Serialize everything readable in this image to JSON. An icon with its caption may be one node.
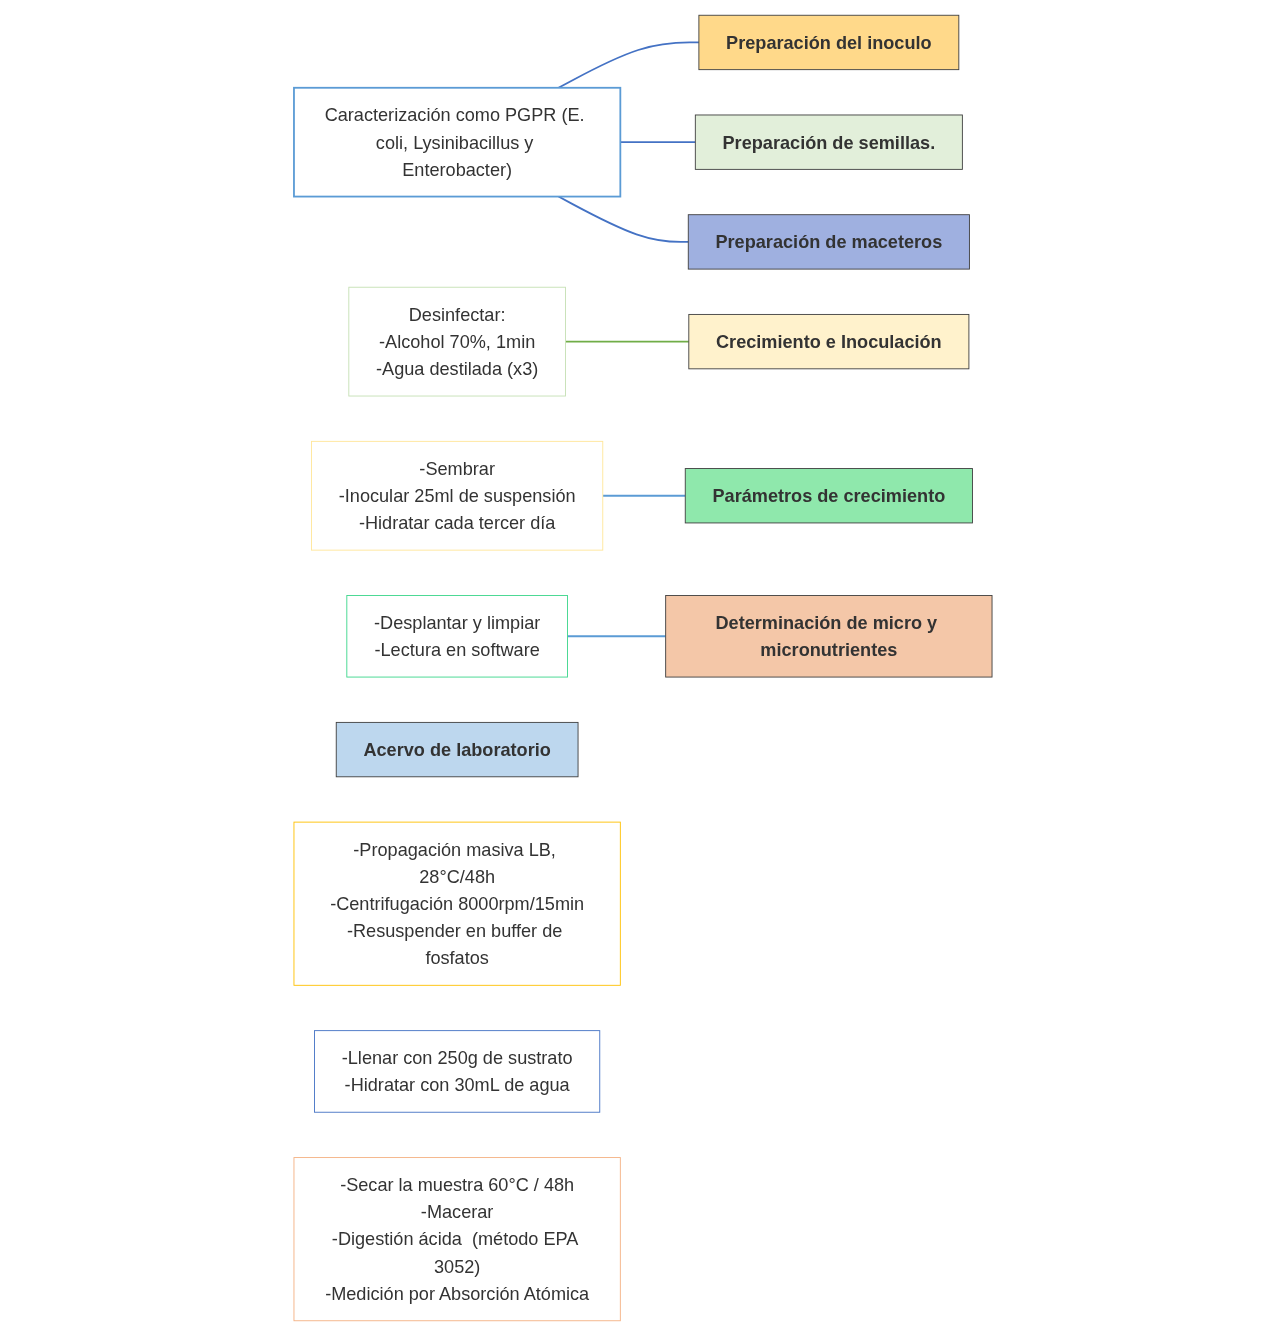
{
  "diagram": {
    "nodes": [
      {
        "text": [
          "Acervo de laboratorio"
        ]
      },
      {
        "text": [
          "Caracterización como PGPR (E. coli, Lysinibacillus y Enterobacter)"
        ]
      },
      {
        "text": [
          "Preparación del inoculo"
        ]
      },
      {
        "text": [
          "-Propagación masiva LB, 28°C/48h",
          "-Centrifugación 8000rpm/15min",
          "-Resuspender en buffer de fosfatos"
        ]
      },
      {
        "text": [
          "Preparación de semillas."
        ]
      },
      {
        "text": [
          "Desinfectar:",
          "-Alcohol 70%, 1min",
          "-Agua destilada (x3)"
        ]
      },
      {
        "text": [
          "Preparación de maceteros"
        ]
      },
      {
        "text": [
          "-Llenar con 250g de sustrato",
          "-Hidratar con 30mL de agua"
        ]
      },
      {
        "text": [
          "Crecimiento e Inoculación"
        ]
      },
      {
        "text": [
          "-Sembrar",
          "-Inocular 25ml de suspensión",
          "-Hidratar cada tercer día"
        ]
      },
      {
        "text": [
          "Parámetros de crecimiento"
        ]
      },
      {
        "text": [
          "-Desplantar y limpiar",
          "-Lectura en software"
        ]
      },
      {
        "text": [
          "Determinación de micro y micronutrientes"
        ]
      },
      {
        "text": [
          "-Secar la muestra 60°C / 48h",
          "-Macerar",
          "-Digestión ácida  (método EPA 3052)",
          "-Medición por Absorción Atómica"
        ]
      }
    ],
    "edges": [
      {
        "from": 1,
        "to": 2,
        "arrow": "none"
      },
      {
        "from": 1,
        "to": 4,
        "arrow": "none"
      },
      {
        "from": 1,
        "to": 6,
        "arrow": "none"
      },
      {
        "from": 5,
        "to": 8,
        "arrow": "none",
        "color": "#70ad47"
      },
      {
        "from": 9,
        "to": 10,
        "arrow": "none",
        "color": "#5b9bd5"
      },
      {
        "from": 11,
        "to": 12,
        "arrow": "none",
        "color": "#5b9bd5"
      }
    ]
  }
}
